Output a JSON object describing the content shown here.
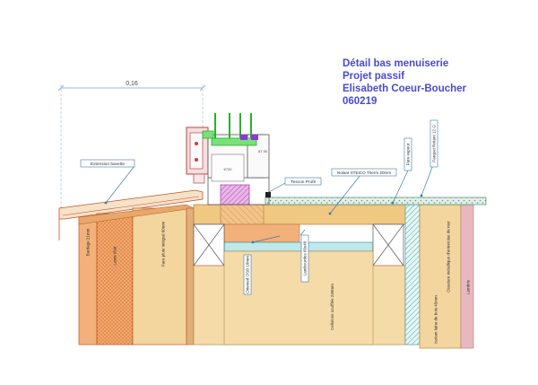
{
  "title": {
    "line1": "Détail bas menuiserie",
    "line2": "Projet passif",
    "line3": "Elisabeth Coeur-Boucher",
    "line4": "060219"
  },
  "dimension": "0,16",
  "labels": {
    "extension_bavette": "Extension bavette",
    "tescon_profil": "Tescon Profil",
    "isolant_steico": "Isolant STEICO Therm 20mm",
    "pare_vapeur": "Pare-vapeur",
    "parquet": "Parquet flottant 12 G",
    "bardage": "Bardage 21mm",
    "lame_air": "Lame d'air",
    "pare_pluie": "Pare-pluie Intégral 60mm",
    "oriented_osb": "Oriented OSB 18mm",
    "lambourdes": "Lambourdes 60x40",
    "cellulose_soufflee": "Cellulose soufflée 240mm",
    "isolant_laine_bois": "Isolant laine de bois 45mm",
    "ossature_metallique": "Ossature métallique d'entretoise de mur",
    "lambris": "Lambris",
    "dim_6720": "6720",
    "dim_6730": "67 30"
  },
  "colors": {
    "title": "#4a4ad0",
    "wood_light": "#f5d9a3",
    "wood_tan": "#e8c07a",
    "orange": "#f2a86a",
    "insulation_blue": "#bfe8e8",
    "green_frame": "#4ad24a",
    "red": "#d23a3a",
    "magenta": "#d27ad2",
    "pink": "#e8b8c0",
    "hatch_teal": "#3aa8a8"
  }
}
